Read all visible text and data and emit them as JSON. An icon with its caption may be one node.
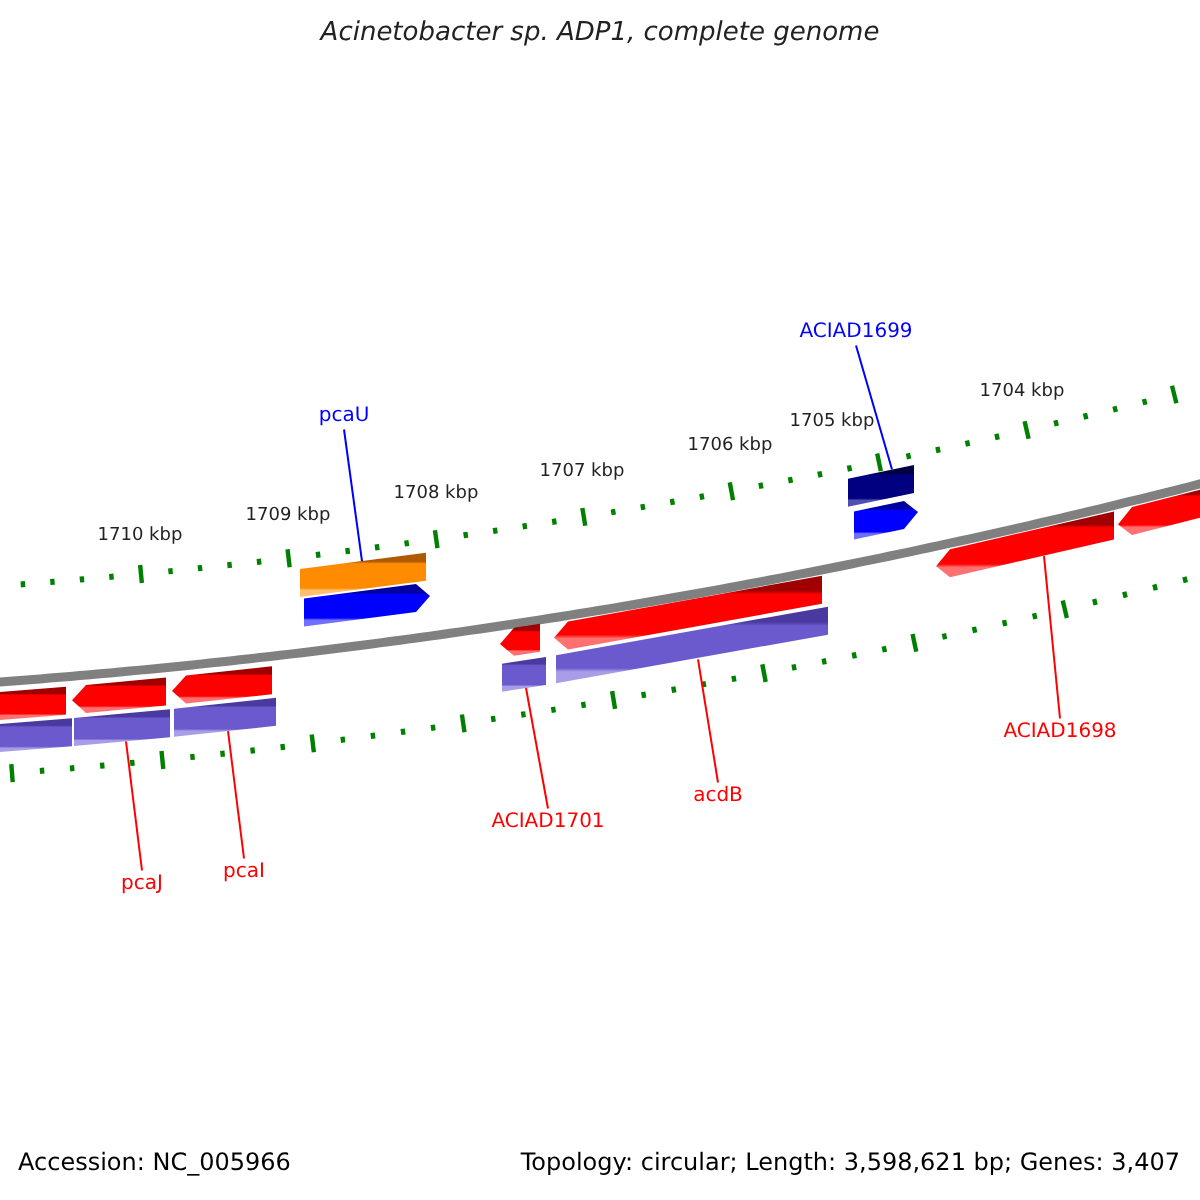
{
  "diagram": {
    "title": "Acinetobacter sp. ADP1, complete genome",
    "nodes": [
      {
        "text": [
          "ACIAD1699"
        ]
      },
      {
        "text": [
          "pcaU"
        ]
      },
      {
        "text": [
          "ACIAD1698"
        ]
      },
      {
        "text": [
          "acdB"
        ]
      },
      {
        "text": [
          "ACIAD1701"
        ]
      },
      {
        "text": [
          "pcaI"
        ]
      },
      {
        "text": [
          "pcaJ"
        ]
      },
      {
        "text": [],
        "shape": "pentagon"
      },
      {
        "text": [],
        "shape": "pentagon"
      },
      {
        "text": [],
        "shape": "pentagon"
      },
      {
        "text": [],
        "shape": "pentagon"
      },
      {
        "text": [],
        "shape": "pentagon"
      },
      {
        "text": [],
        "shape": "pentagon"
      },
      {
        "text": [],
        "shape": "pentagon"
      },
      {
        "text": [],
        "shape": "bar"
      },
      {
        "text": [],
        "shape": "bar"
      },
      {
        "text": [],
        "shape": "bar"
      },
      {
        "text": [],
        "shape": "bar"
      },
      {
        "text": [],
        "shape": "bar"
      },
      {
        "text": [],
        "shape": "bar"
      },
      {
        "text": [],
        "shape": "bar"
      },
      {
        "text": [],
        "shape": "pentagon"
      },
      {
        "text": [],
        "shape": "pentagon"
      }
    ],
    "edges": [
      {
        "from": 0,
        "to": 20,
        "arrow": "none",
        "color": "#0000ff"
      },
      {
        "from": 1,
        "to": 19,
        "arrow": "none",
        "color": "#0000ff"
      },
      {
        "from": 2,
        "to": 12,
        "arrow": "none"
      },
      {
        "from": 3,
        "to": 18,
        "arrow": "none"
      },
      {
        "from": 4,
        "to": 17,
        "arrow": "none"
      },
      {
        "from": 5,
        "to": 16,
        "arrow": "none"
      },
      {
        "from": 6,
        "to": 15,
        "arrow": "none"
      }
    ],
    "labels": [
      "1710 kbp",
      "1709 kbp",
      "1708 kbp",
      "1707 kbp",
      "1706 kbp",
      "1705 kbp",
      "1704 kbp",
      "Accession: NC_005966",
      "Topology: circular; Length: 3,598,621 bp; Genes: 3,407"
    ]
  }
}
